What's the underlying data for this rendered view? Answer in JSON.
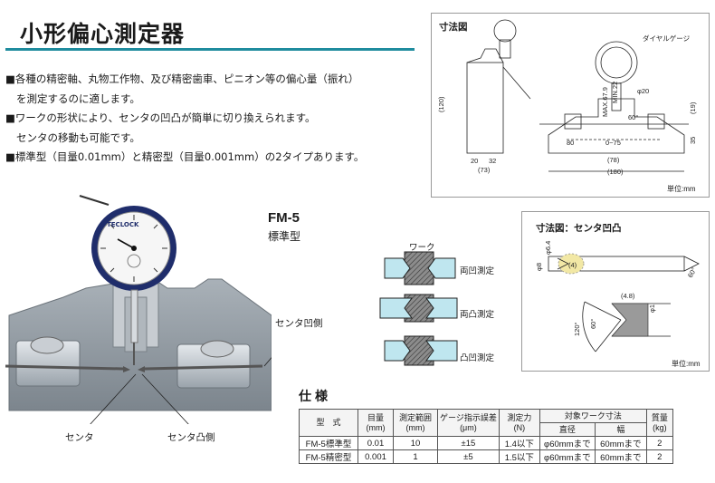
{
  "page": {
    "title": "小形偏心測定器",
    "features": [
      "■各種の精密軸、丸物工作物、及び精密歯車、ピニオン等の偏心量（振れ）",
      "  を測定するのに適します。",
      "■ワークの形状により、センタの凹凸が簡単に切り換えられます。",
      "  センタの移動も可能です。",
      "■標準型（目量0.01mm）と精密型（目量0.001mm）の2タイプあります。"
    ]
  },
  "product": {
    "model": "FM-5",
    "variant": "標準型",
    "brand": "TECLOCK",
    "callout_concave": "センタ凹側",
    "callout_center": "センタ",
    "callout_convex": "センタ凸側"
  },
  "dimension_drawing": {
    "title": "寸法図",
    "gauge_label": "ダイヤルゲージ",
    "dims": {
      "h120": "(120)",
      "d20": "20",
      "d32": "32",
      "d73": "(73)",
      "max67": "MAX.67.9",
      "min22": "MIN.22",
      "phi20": "φ20",
      "angle60": "60°",
      "d80": "80",
      "range": "0~75",
      "d78": "(78)",
      "d180": "(180)",
      "d19": "(19)",
      "d35": "35"
    },
    "unit": "単位:mm"
  },
  "modes": {
    "work_label": "ワーク",
    "items": [
      "両凹測定",
      "両凸測定",
      "凸凹測定"
    ]
  },
  "center_drawing": {
    "title": "寸法図：センタ凹凸",
    "dims": {
      "phi8": "φ8",
      "phi64": "φ6.4",
      "d4": "(4)",
      "a60": "60°",
      "d48": "(4.8)",
      "phi1": "φ1",
      "a120": "120°",
      "a60b": "60°"
    },
    "unit": "単位:mm"
  },
  "spec": {
    "title": "仕様",
    "headers": {
      "type": "型　式",
      "graduation": "目量",
      "graduation_unit": "(mm)",
      "range": "測定範囲",
      "range_unit": "(mm)",
      "error": "ゲージ指示誤差",
      "error_unit": "(μm)",
      "force": "測定力",
      "force_unit": "(N)",
      "work": "対象ワーク寸法",
      "diameter": "直径",
      "width": "幅",
      "mass": "質量",
      "mass_unit": "(kg)"
    },
    "rows": [
      [
        "FM-5標準型",
        "0.01",
        "10",
        "±15",
        "1.4以下",
        "φ60mmまで",
        "60mmまで",
        "2"
      ],
      [
        "FM-5精密型",
        "0.001",
        "1",
        "±5",
        "1.5以下",
        "φ60mmまで",
        "60mmまで",
        "2"
      ]
    ]
  }
}
